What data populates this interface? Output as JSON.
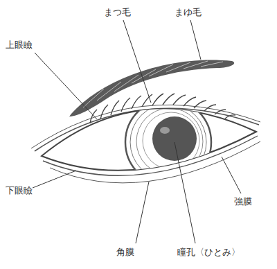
{
  "diagram": {
    "labels": [
      "まつ毛",
      "まゆ毛",
      "上眼瞼",
      "下眼瞼",
      "強膜",
      "角膜",
      "瞳孔〈ひとみ〉"
    ]
  }
}
